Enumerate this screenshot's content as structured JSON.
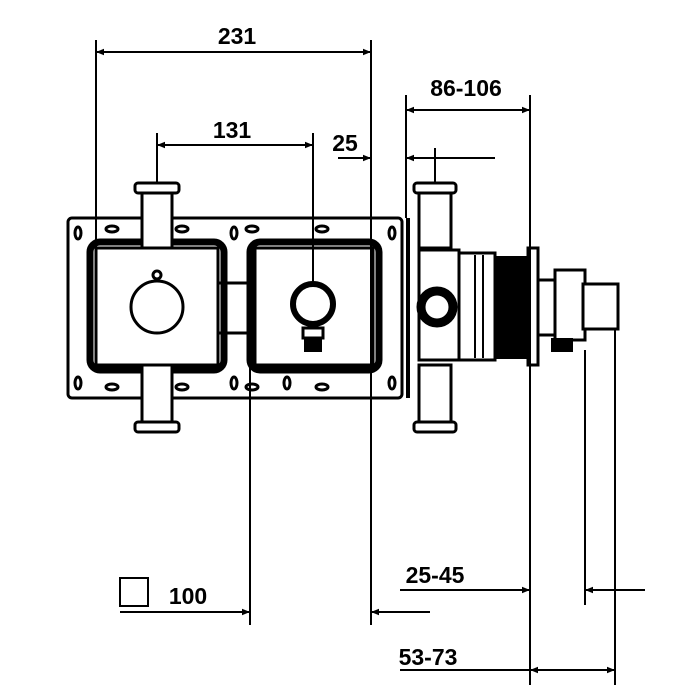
{
  "drawing": {
    "dimensions": {
      "overall_width": "231",
      "valve_spacing": "131",
      "offset": "25",
      "depth_range": "86-106",
      "square_symbol_value": "100",
      "wall_range_1": "25-45",
      "wall_range_2": "53-73"
    },
    "colors": {
      "line": "#000000",
      "background": "#ffffff"
    }
  }
}
